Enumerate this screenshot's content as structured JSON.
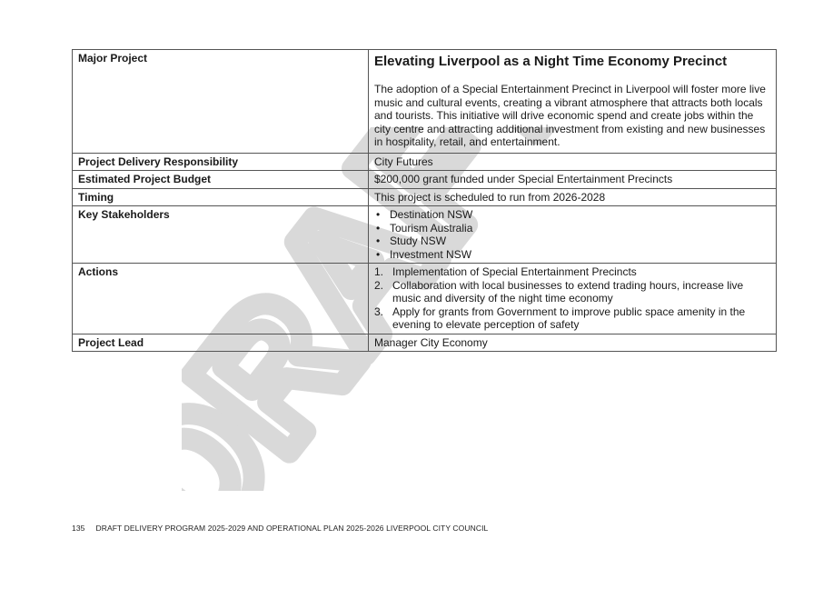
{
  "table": {
    "rows": [
      {
        "label": "Major Project"
      },
      {
        "label": "Project Delivery Responsibility",
        "value": "City Futures"
      },
      {
        "label": "Estimated Project Budget",
        "value": "$200,000 grant funded under Special Entertainment Precincts"
      },
      {
        "label": "Timing",
        "value": "This project is scheduled to run from 2026-2028"
      },
      {
        "label": "Key Stakeholders"
      },
      {
        "label": "Actions"
      },
      {
        "label": "Project Lead",
        "value": "Manager City Economy"
      }
    ]
  },
  "project": {
    "title": "Elevating Liverpool as a Night Time Economy Precinct",
    "description": "The adoption of a Special Entertainment Precinct in Liverpool will foster more live music and cultural events, creating a vibrant atmosphere that attracts both locals and tourists. This initiative will drive economic spend and create jobs within the city centre and attracting additional investment from existing and new businesses in hospitality, retail, and entertainment."
  },
  "stakeholders": [
    "Destination NSW",
    "Tourism Australia",
    "Study NSW",
    "Investment NSW"
  ],
  "actions": [
    {
      "num": "1.",
      "text": "Implementation of Special Entertainment Precincts"
    },
    {
      "num": "2.",
      "text": "Collaboration with local businesses to extend trading hours, increase live music and diversity of the night time economy"
    },
    {
      "num": "3.",
      "text": "Apply for grants from Government to improve public space amenity in the evening to elevate perception of safety"
    }
  ],
  "watermark": {
    "text": "DRAFT",
    "color": "#d9d9d9"
  },
  "footer": {
    "page_number": "135",
    "text": "DRAFT DELIVERY PROGRAM 2025-2029 AND OPERATIONAL PLAN 2025-2026 LIVERPOOL CITY COUNCIL"
  }
}
